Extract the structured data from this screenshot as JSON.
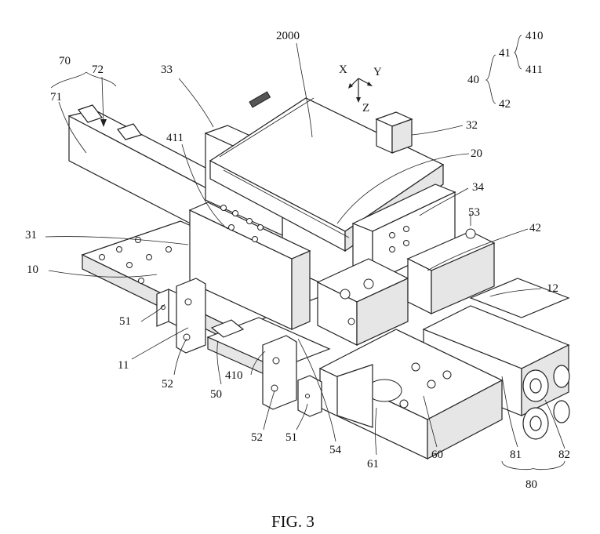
{
  "figure": {
    "caption": "FIG. 3",
    "labels": {
      "l70": "70",
      "l72": "72",
      "l71": "71",
      "l33": "33",
      "l2000": "2000",
      "l411a": "411",
      "l31": "31",
      "l10": "10",
      "l51a": "51",
      "l11": "11",
      "l52a": "52",
      "l50": "50",
      "l410a": "410",
      "l52b": "52",
      "l51b": "51",
      "l54": "54",
      "l61": "61",
      "l60": "60",
      "l81": "81",
      "l82": "82",
      "l80": "80",
      "l12": "12",
      "l42a": "42",
      "l53": "53",
      "l34": "34",
      "l20": "20",
      "l32": "32",
      "tree40": "40",
      "tree41": "41",
      "tree410": "410",
      "tree411": "411",
      "tree42": "42"
    },
    "axes": {
      "x": "X",
      "y": "Y",
      "z": "Z"
    }
  }
}
